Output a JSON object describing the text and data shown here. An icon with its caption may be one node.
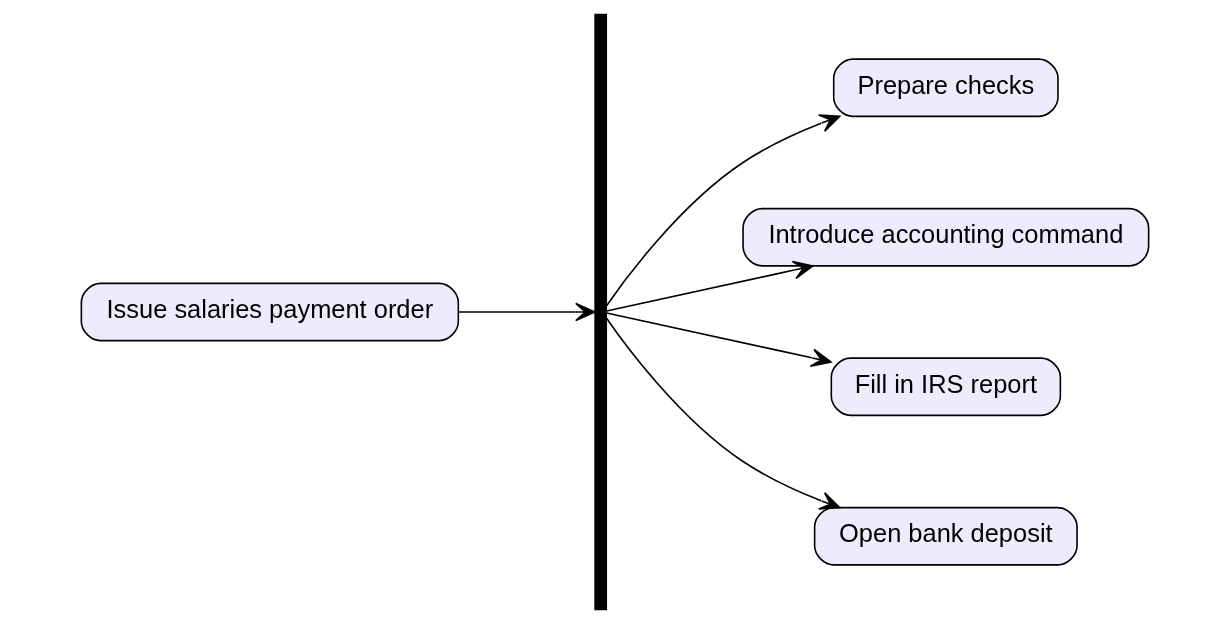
{
  "diagram": {
    "nodes": [
      {
        "text": [
          "Issue salaries payment order"
        ]
      },
      {
        "text": [],
        "shape": "bar"
      },
      {
        "text": [
          "Prepare checks"
        ]
      },
      {
        "text": [
          "Introduce accounting command"
        ]
      },
      {
        "text": [
          "Fill in IRS report"
        ]
      },
      {
        "text": [
          "Open bank deposit"
        ]
      }
    ],
    "edges": [
      {
        "from": 0,
        "to": 1,
        "arrow": "to"
      },
      {
        "from": 1,
        "to": 2,
        "arrow": "to"
      },
      {
        "from": 1,
        "to": 3,
        "arrow": "to"
      },
      {
        "from": 1,
        "to": 4,
        "arrow": "to"
      },
      {
        "from": 1,
        "to": 5,
        "arrow": "to"
      }
    ]
  }
}
